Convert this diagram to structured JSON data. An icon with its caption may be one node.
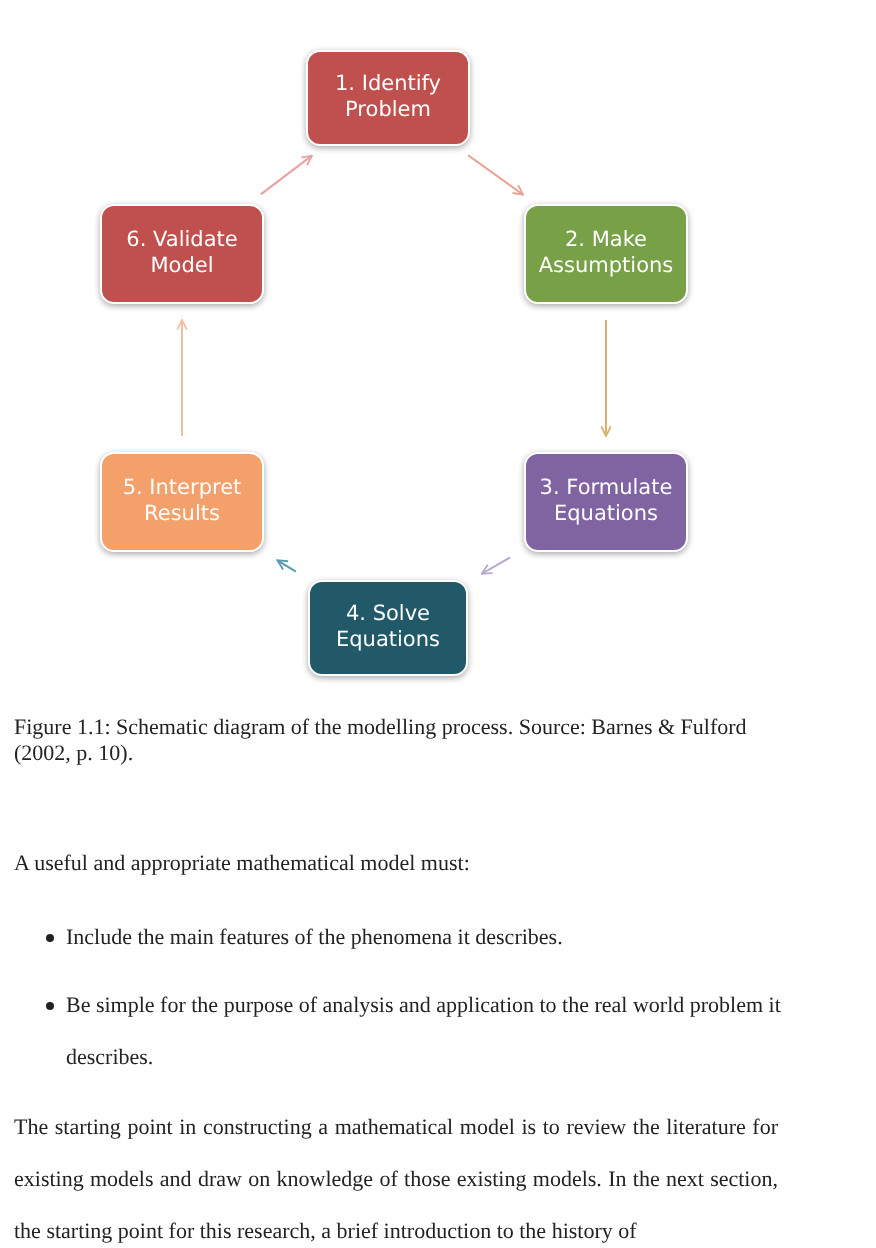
{
  "diagram": {
    "caption": "Figure 1.1: Schematic diagram of the modelling process. Source: Barnes & Fulford (2002, p. 10).",
    "nodes": [
      {
        "text": [
          "1. Identify Problem"
        ]
      },
      {
        "text": [
          "2. Make Assumptions"
        ]
      },
      {
        "text": [
          "3. Formulate Equations"
        ]
      },
      {
        "text": [
          "4. Solve Equations"
        ]
      },
      {
        "text": [
          "5. Interpret Results"
        ]
      },
      {
        "text": [
          "6. Validate Model"
        ]
      }
    ],
    "edges": [
      {
        "from": 0,
        "to": 1,
        "arrow": "to",
        "color": "#e8a090"
      },
      {
        "from": 1,
        "to": 2,
        "arrow": "to",
        "color": "#d8b070"
      },
      {
        "from": 2,
        "to": 3,
        "arrow": "to",
        "color": "#b8a8cc"
      },
      {
        "from": 3,
        "to": 4,
        "arrow": "to",
        "color": "#5a9ab0"
      },
      {
        "from": 4,
        "to": 5,
        "arrow": "to",
        "color": "#f0c0a0"
      },
      {
        "from": 5,
        "to": 0,
        "arrow": "to",
        "color": "#e8a0a0"
      }
    ],
    "labels": [
      "A useful and appropriate mathematical model must:",
      "Include the main features of the phenomena it describes.",
      "Be simple for the purpose of analysis and application to the real world problem it describes.",
      "The starting point in constructing a mathematical model is to review the literature for existing models and draw on knowledge of those existing models. In the next section, the starting point for this research, a brief introduction to the history of"
    ]
  }
}
